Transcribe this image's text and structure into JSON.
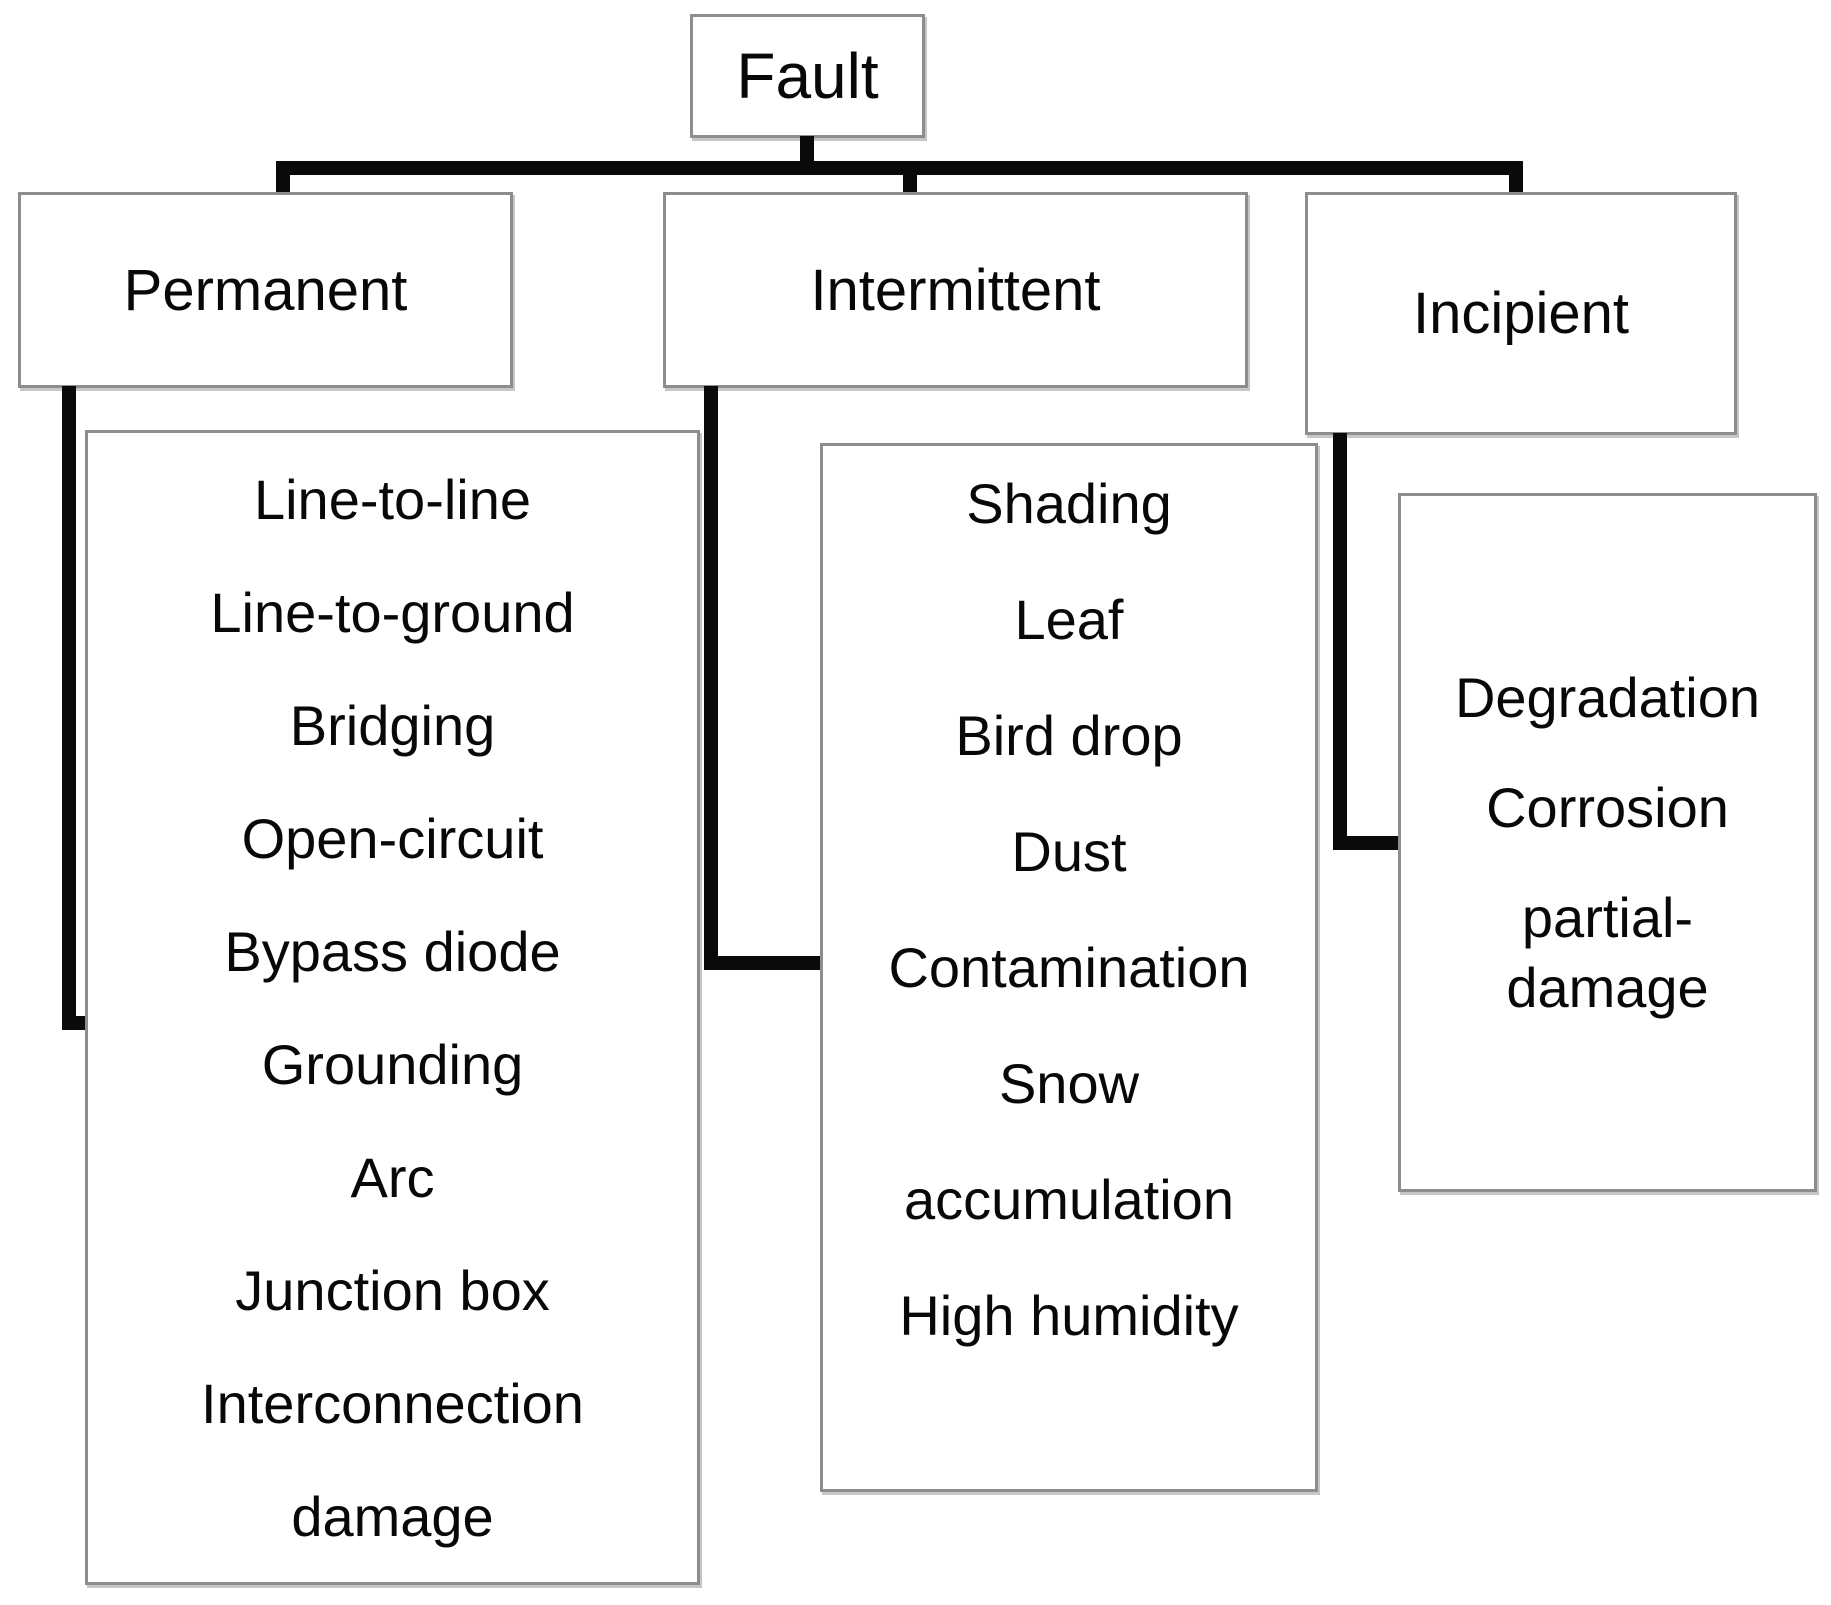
{
  "root": {
    "label": "Fault"
  },
  "categories": [
    {
      "label": "Permanent",
      "items": [
        "Line-to-line",
        "Line-to-ground",
        "Bridging",
        "Open-circuit",
        "Bypass diode",
        "Grounding",
        "Arc",
        "Junction box",
        "Interconnection damage"
      ]
    },
    {
      "label": "Intermittent",
      "items": [
        "Shading",
        "Leaf",
        "Bird drop",
        "Dust",
        "Contamination",
        "Snow accumulation",
        "High humidity"
      ]
    },
    {
      "label": "Incipient",
      "items": [
        "Degradation",
        "Corrosion",
        "partial-damage"
      ]
    }
  ],
  "colors": {
    "background": "#ffffff",
    "connector": "#0a0a0a",
    "box_border": "#8d8d8d",
    "text": "#080808"
  }
}
